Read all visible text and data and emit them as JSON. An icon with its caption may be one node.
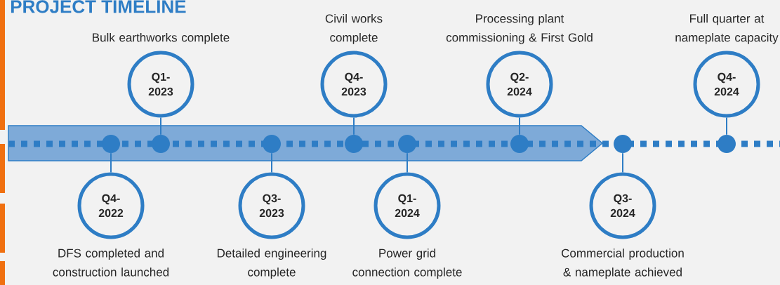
{
  "diagram": {
    "title": "PROJECT TIMELINE",
    "nodes": [
      {
        "text": [
          "Q4- 2022"
        ],
        "beside": [
          "DFS completed and construction launched"
        ]
      },
      {
        "text": [
          "Q1- 2023"
        ],
        "beside": [
          "Bulk earthworks complete"
        ]
      },
      {
        "text": [
          "Q3- 2023"
        ],
        "beside": [
          "Detailed engineering complete"
        ]
      },
      {
        "text": [
          "Q4- 2023"
        ],
        "beside": [
          "Civil works complete"
        ]
      },
      {
        "text": [
          "Q1- 2024"
        ],
        "beside": [
          "Power grid connection complete"
        ]
      },
      {
        "text": [
          "Q2- 2024"
        ],
        "beside": [
          "Processing plant commissioning & First Gold"
        ]
      },
      {
        "text": [
          "Q3- 2024"
        ],
        "beside": [
          "Commercial production & nameplate achieved"
        ]
      },
      {
        "text": [
          "Q4- 2024"
        ],
        "beside": [
          "Full quarter at nameplate capacity"
        ]
      },
      {
        "text": [],
        "shape": "circle"
      },
      {
        "text": [],
        "shape": "circle"
      },
      {
        "text": [],
        "shape": "circle"
      },
      {
        "text": [],
        "shape": "circle"
      },
      {
        "text": [],
        "shape": "circle"
      },
      {
        "text": [],
        "shape": "circle"
      },
      {
        "text": [],
        "shape": "circle"
      },
      {
        "text": [],
        "shape": "circle"
      }
    ],
    "edges": [
      {
        "from": 0,
        "to": 8,
        "arrow": "none"
      },
      {
        "from": 1,
        "to": 9,
        "arrow": "none"
      },
      {
        "from": 2,
        "to": 10,
        "arrow": "none"
      },
      {
        "from": 3,
        "to": 11,
        "arrow": "none"
      },
      {
        "from": 4,
        "to": 12,
        "arrow": "none"
      },
      {
        "from": 5,
        "to": 13,
        "arrow": "none"
      },
      {
        "from": 6,
        "to": 14,
        "arrow": "none"
      },
      {
        "from": 7,
        "to": 15,
        "arrow": "none"
      }
    ]
  }
}
